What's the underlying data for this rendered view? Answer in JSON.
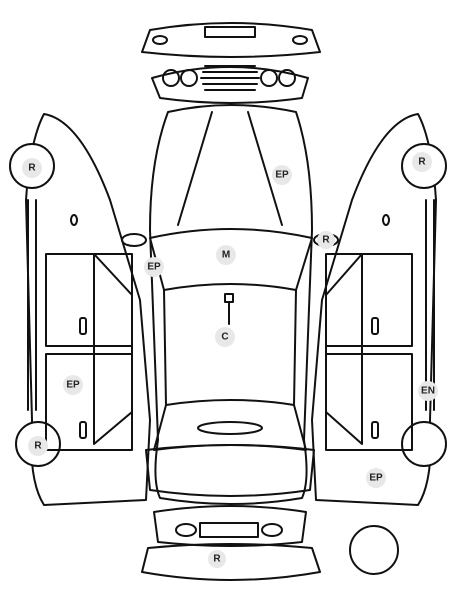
{
  "colors": {
    "line": "#111111",
    "badge_bg": "#e8e8e8",
    "badge_text": "#222222",
    "background": "#ffffff"
  },
  "markers": [
    {
      "id": "hood-ep",
      "label": "EP"
    },
    {
      "id": "right-mirror-r",
      "label": "R"
    },
    {
      "id": "left-mirror-ep",
      "label": "EP"
    },
    {
      "id": "windshield-m",
      "label": "M"
    },
    {
      "id": "roof-c",
      "label": "C"
    },
    {
      "id": "left-front-wheel-r",
      "label": "R"
    },
    {
      "id": "left-rear-wheel-r",
      "label": "R"
    },
    {
      "id": "left-rear-door-ep",
      "label": "EP"
    },
    {
      "id": "right-front-wheel-r",
      "label": "R"
    },
    {
      "id": "right-sill-en",
      "label": "EN"
    },
    {
      "id": "right-rear-ep",
      "label": "EP"
    },
    {
      "id": "rear-bumper-r",
      "label": "R"
    }
  ]
}
